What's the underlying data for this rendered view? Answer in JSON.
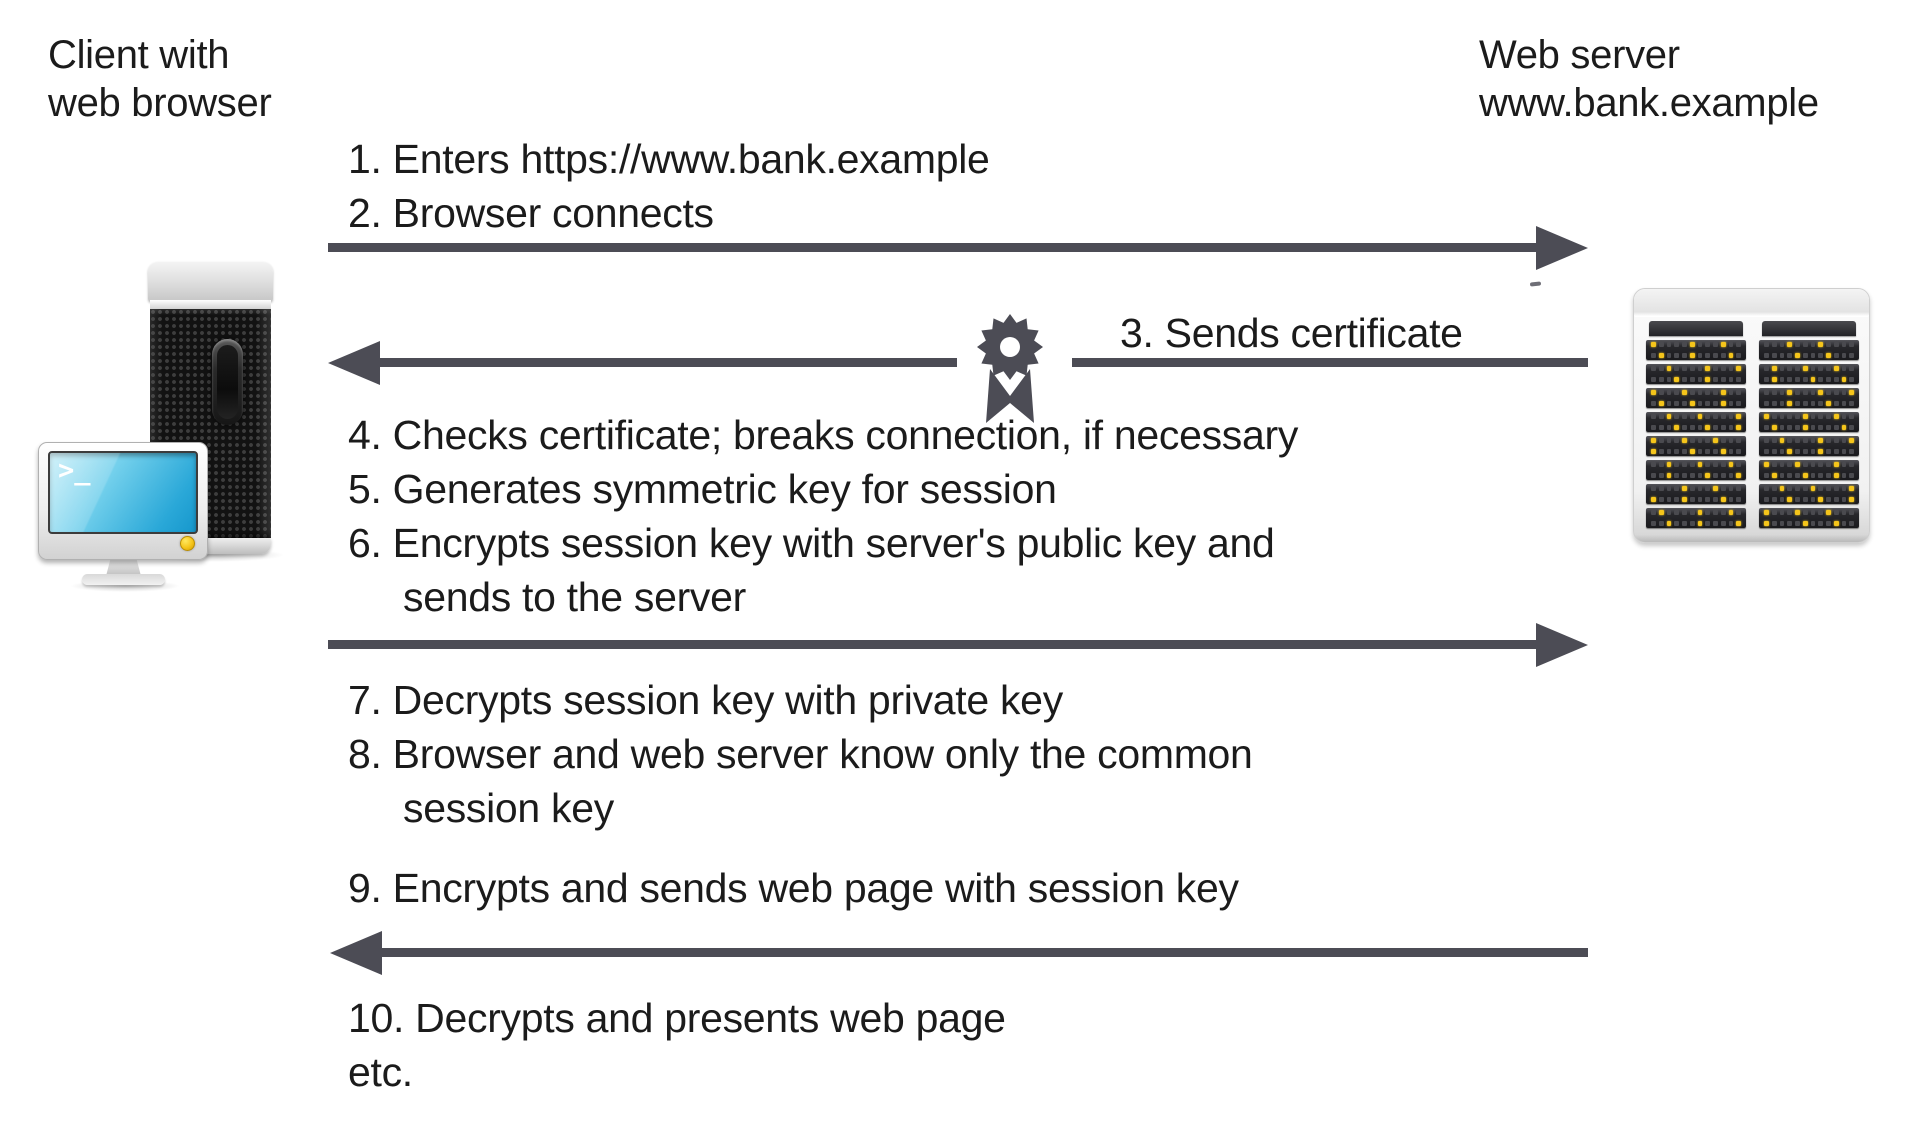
{
  "colors": {
    "background": "#ffffff",
    "text": "#1b1b1b",
    "arrow": "#4c4c55",
    "led_yellow": "#f5c51b",
    "screen_blue": "#2aa8d8"
  },
  "client": {
    "label_line1": "Client with",
    "label_line2": "web browser",
    "terminal_prompt": ">_",
    "icon": "desktop-computer-terminal-icon"
  },
  "server": {
    "label_line1": "Web server",
    "label_line2": "www.bank.example",
    "icon": "server-rack-icon"
  },
  "steps": {
    "s1": "1. Enters https://www.bank.example",
    "s2": "2. Browser connects",
    "s3": "3. Sends certificate",
    "s4": "4. Checks certificate; breaks connection, if necessary",
    "s5": "5. Generates symmetric key for session",
    "s6": "6. Encrypts session key with server's public key and",
    "s6b": "sends to the server",
    "s7": "7. Decrypts session key with private key",
    "s8": "8. Browser and web server know only the common",
    "s8b": "session key",
    "s9": "9. Encrypts and sends web page with session key",
    "s10": "10. Decrypts and presents web page",
    "s10b": "etc."
  },
  "arrows": {
    "connect_arrow": "right",
    "certificate_arrow": "left",
    "session_key_arrow": "right",
    "web_page_arrow": "left"
  },
  "icons": {
    "certificate": "certificate-rosette-ribbon-icon"
  }
}
